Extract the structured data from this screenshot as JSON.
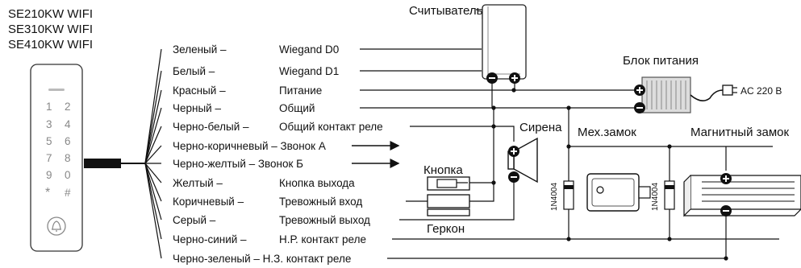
{
  "models": [
    "SE210KW WIFI",
    "SE310KW WIFI",
    "SE410KW WIFI"
  ],
  "keypad": [
    "1",
    "2",
    "3",
    "4",
    "5",
    "6",
    "7",
    "8",
    "9",
    "0",
    "*",
    "#"
  ],
  "wires": [
    {
      "color": "Зеленый –",
      "function": "Wiegand D0"
    },
    {
      "color": "Белый –",
      "function": "Wiegand D1"
    },
    {
      "color": "Красный –",
      "function": "Питание"
    },
    {
      "color": "Черный –",
      "function": "Общий"
    },
    {
      "color": "Черно-белый –",
      "function": "Общий контакт реле"
    },
    {
      "color": "Черно-коричневый – Звонок А",
      "function": ""
    },
    {
      "color": "Черно-желтый – Звонок Б",
      "function": ""
    },
    {
      "color": "Желтый –",
      "function": "Кнопка выхода"
    },
    {
      "color": "Коричневый –",
      "function": "Тревожный вход"
    },
    {
      "color": "Серый –",
      "function": "Тревожный выход"
    },
    {
      "color": "Черно-синий –",
      "function": "Н.Р. контакт реле"
    },
    {
      "color": "Черно-зеленый – Н.З. контакт реле",
      "function": ""
    }
  ],
  "devices": {
    "reader": "Считыватель",
    "power_supply": "Блок питания",
    "mains": "AC 220 B",
    "siren": "Сирена",
    "button": "Кнопка",
    "reed": "Геркон",
    "mech_lock": "Мех.замок",
    "mag_lock": "Магнитный замок",
    "diode": "1N4004"
  }
}
